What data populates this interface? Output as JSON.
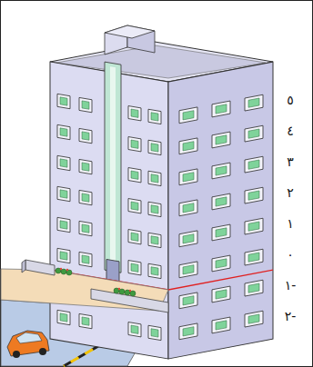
{
  "diagram": {
    "labels": [
      "٥",
      "٤",
      "٣",
      "٢",
      "١",
      "٠",
      "١-",
      "٢-"
    ]
  }
}
